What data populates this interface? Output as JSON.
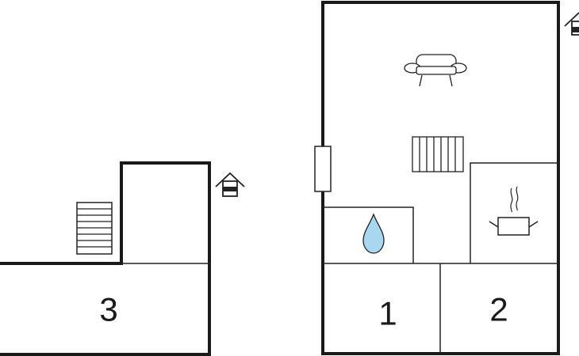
{
  "rooms": [
    {
      "number": "3"
    },
    {
      "number": "1"
    },
    {
      "number": "2"
    }
  ],
  "colors": {
    "wall": "#1a1a1a",
    "thin_line": "#222222",
    "water_fill": "#a8d8f0",
    "background": "#ffffff"
  },
  "icons": [
    "stairs-icon",
    "entrance-house-icon",
    "sofa-icon",
    "radiator-icon",
    "water-drop-icon",
    "cooking-pot-icon",
    "door-icon"
  ]
}
